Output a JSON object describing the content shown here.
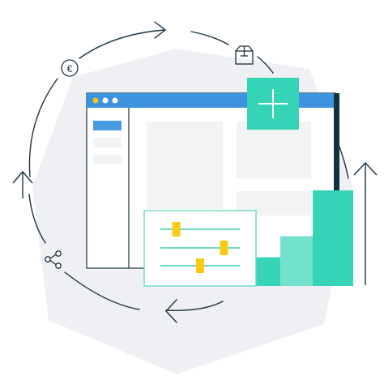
{
  "illustration": {
    "currency_symbol": "€",
    "icons": [
      "euro-icon",
      "package-icon",
      "share-icon",
      "plus-icon",
      "arrow-up-icon",
      "cycle-arrow-icon",
      "sliders-icon"
    ],
    "colors": {
      "hexagon": "#eef0f3",
      "stroke": "#1d3340",
      "window_bar": "#3d93e0",
      "dot_yellow": "#f5c518",
      "dot_white": "#ffffff",
      "sidebar_item_active": "#4a9be2",
      "sidebar_item": "#f1f3f5",
      "content_block": "#f2f3f5",
      "teal": "#35d4b6",
      "teal_light": "#73e2cd",
      "mint_panel_border": "#6fd8c4",
      "slider_track": "#3ccfb0",
      "slider_knob": "#f9cb14",
      "dark_accent": "#13323f"
    },
    "slider_levels": [
      0.2,
      0.8,
      0.5
    ],
    "bar_levels": [
      0.3,
      0.52,
      1.0
    ]
  }
}
